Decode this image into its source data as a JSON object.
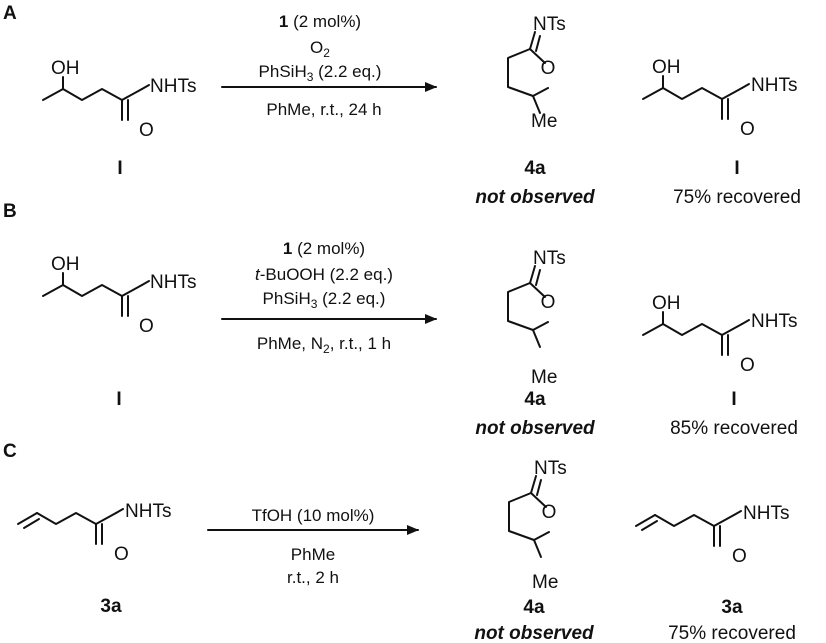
{
  "panels": [
    {
      "letter": "A",
      "conditions": {
        "catalyst": {
          "number": "1",
          "rest": " (2 mol%)"
        },
        "oxidant_line": "O",
        "oxidant_sub": "2",
        "silane": {
          "pre": "PhSiH",
          "sub": "3",
          "post": " (2.2 eq.)"
        },
        "below": "PhMe, r.t., 24 h"
      },
      "substrate": {
        "label": "I"
      },
      "product": {
        "label": "4a",
        "note": "not observed"
      },
      "recovered": {
        "label": "I",
        "note": "75% recovered"
      }
    },
    {
      "letter": "B",
      "conditions": {
        "catalyst": {
          "number": "1",
          "rest": " (2 mol%)"
        },
        "oxidant": {
          "italic": "t",
          "rest": "-BuOOH (2.2 eq.)"
        },
        "silane": {
          "pre": "PhSiH",
          "sub": "3",
          "post": " (2.2 eq.)"
        },
        "below": {
          "pre": "PhMe, N",
          "sub": "2",
          "post": ", r.t., 1 h"
        }
      },
      "substrate": {
        "label": "I"
      },
      "product": {
        "label": "4a",
        "note": "not observed"
      },
      "recovered": {
        "label": "I",
        "note": "85% recovered"
      }
    },
    {
      "letter": "C",
      "conditions": {
        "above": "TfOH (10 mol%)",
        "below1": "PhMe",
        "below2": "r.t., 2 h"
      },
      "substrate": {
        "label": "3a"
      },
      "product": {
        "label": "4a",
        "note": "not observed"
      },
      "recovered": {
        "label": "3a",
        "note": "75% recovered"
      }
    }
  ],
  "atoms": {
    "hydroxyl": "OH",
    "carbonyl_o": "O",
    "sulfonamide": "NHTs",
    "imine": "NTs",
    "ring_o": "O",
    "methyl": "Me"
  }
}
